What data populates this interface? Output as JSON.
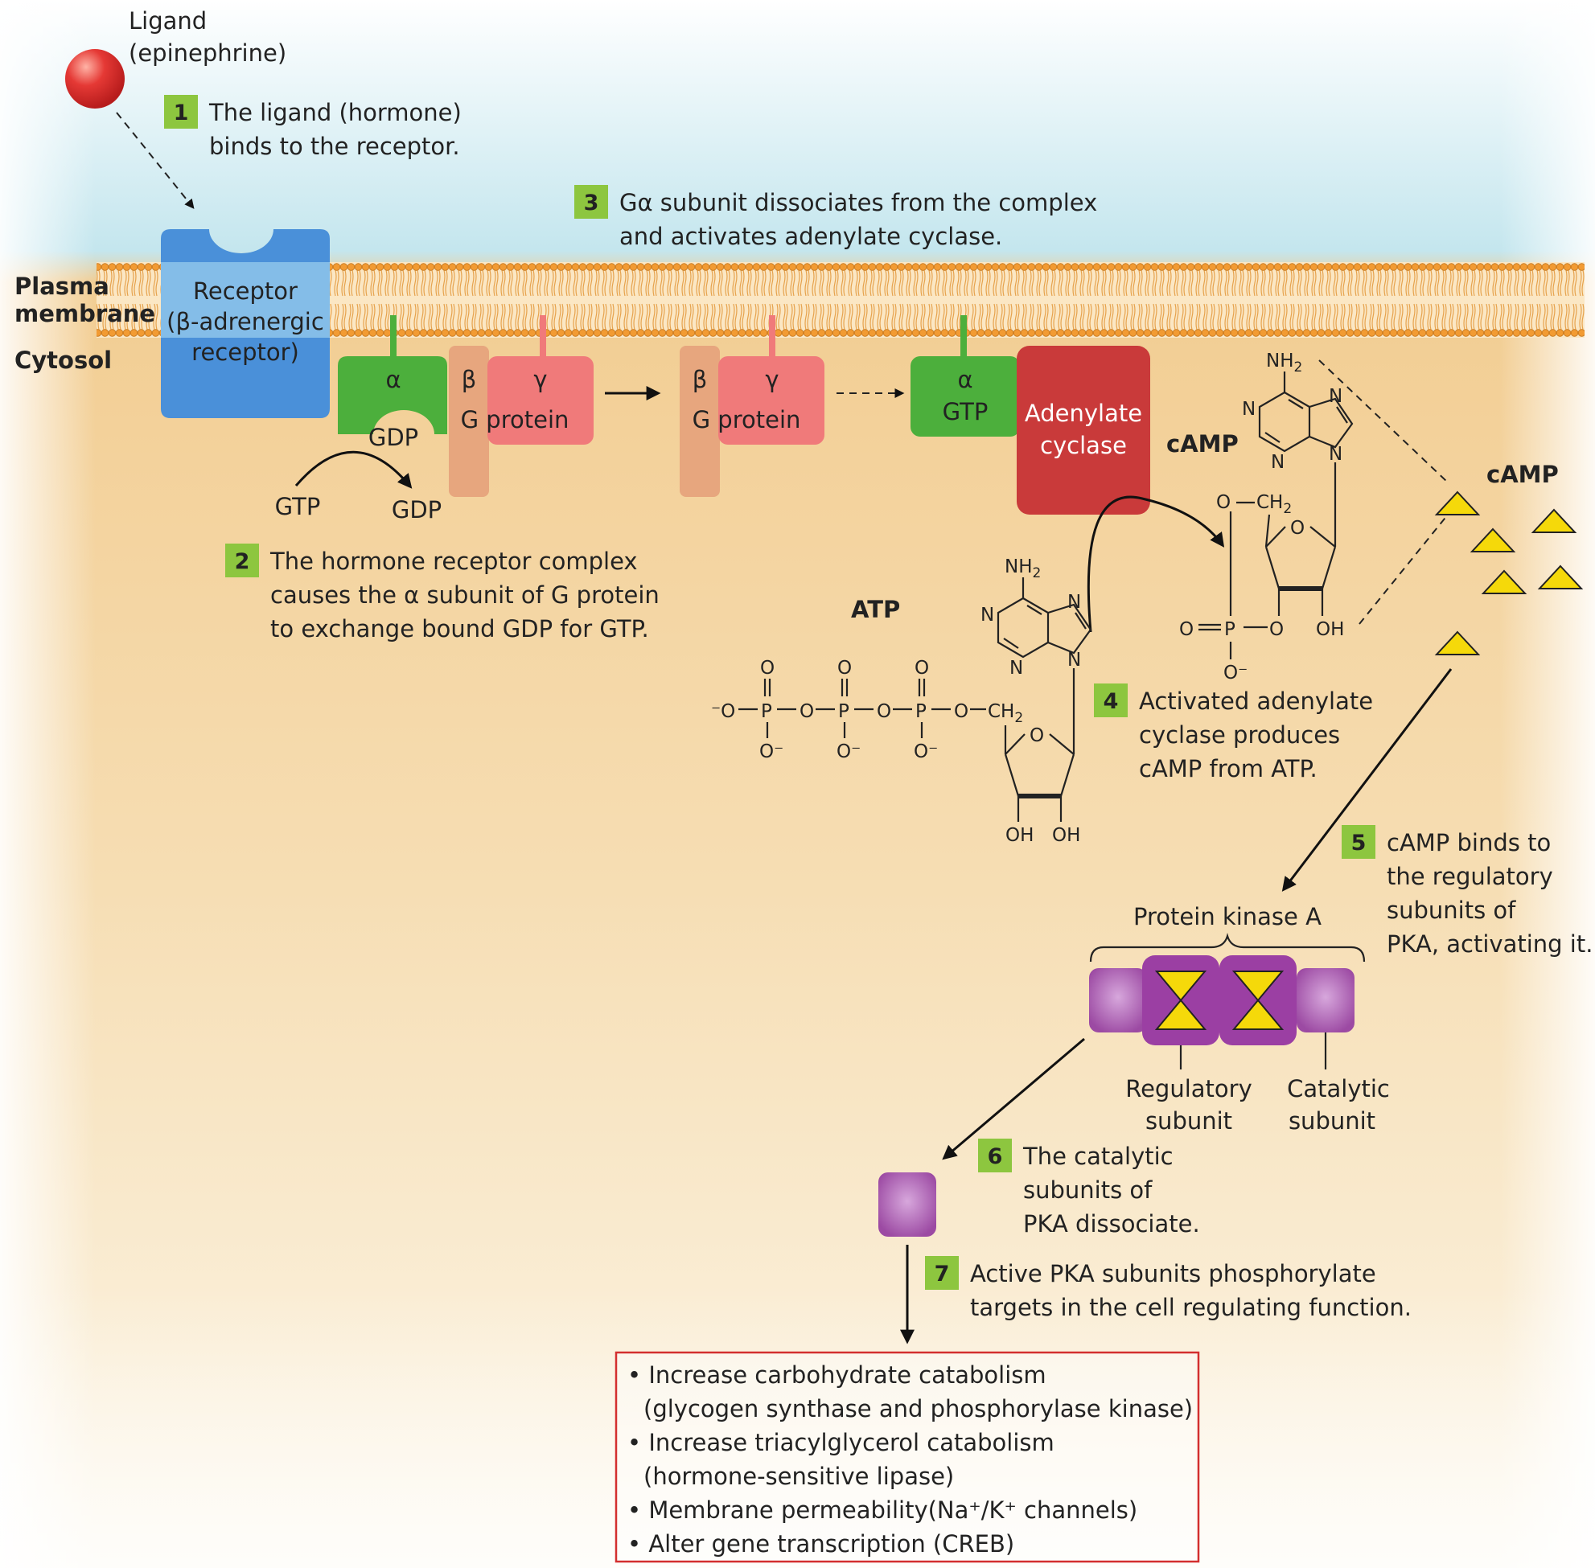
{
  "labels": {
    "ligand_line1": "Ligand",
    "ligand_line2": "(epinephrine)",
    "plasma_line1": "Plasma",
    "plasma_line2": "membrane",
    "cytosol": "Cytosol",
    "receptor_line1": "Receptor",
    "receptor_line2": "(β-adrenergic",
    "receptor_line3": "receptor)",
    "alpha": "α",
    "beta": "β",
    "gamma": "γ",
    "gdp": "GDP",
    "gtp": "GTP",
    "g_protein": "G protein",
    "adenylate_line1": "Adenylate",
    "adenylate_line2": "cyclase",
    "camp": "cAMP",
    "atp": "ATP",
    "protein_kinase_a": "Protein kinase A",
    "regulatory_line1": "Regulatory",
    "regulatory_line2": "subunit",
    "catalytic_line1": "Catalytic",
    "catalytic_line2": "subunit"
  },
  "chem": {
    "nh2": "NH",
    "sub2": "2",
    "n": "N",
    "o": "O",
    "p": "P",
    "oh": "OH",
    "o_minus": "O⁻",
    "minus_o": "⁻O",
    "ch2": "CH",
    "dbl": "="
  },
  "steps": [
    {
      "num": "1",
      "lines": [
        "The ligand (hormone)",
        "binds to the receptor."
      ]
    },
    {
      "num": "2",
      "lines": [
        "The hormone receptor complex",
        "causes the α subunit of G protein",
        "to exchange bound GDP for GTP."
      ]
    },
    {
      "num": "3",
      "lines": [
        "Gα subunit dissociates from the complex",
        "and activates adenylate cyclase."
      ]
    },
    {
      "num": "4",
      "lines": [
        "Activated adenylate",
        "cyclase produces",
        "cAMP from ATP."
      ]
    },
    {
      "num": "5",
      "lines": [
        "cAMP binds to",
        "the regulatory",
        "subunits of",
        "PKA, activating it."
      ]
    },
    {
      "num": "6",
      "lines": [
        "The catalytic",
        "subunits of",
        "PKA dissociate."
      ]
    },
    {
      "num": "7",
      "lines": [
        "Active PKA subunits phosphorylate",
        "targets in the cell regulating function."
      ]
    }
  ],
  "effects": [
    "• Increase carbohydrate catabolism",
    "(glycogen synthase and phosphorylase kinase)",
    "• Increase triacylglycerol catabolism",
    "(hormone-sensitive lipase)",
    "• Membrane permeability(Na⁺/K⁺ channels)",
    "• Alter gene transcription (CREB)"
  ],
  "colors": {
    "step_badge": "#8dc63f",
    "receptor": "#4a90d9",
    "alpha": "#4caf3c",
    "beta": "#e7a67e",
    "gamma": "#f07a7a",
    "adenylate_cyclase": "#c93a3a",
    "camp": "#f5d90a",
    "pka": "#a452a8",
    "ligand": "#e53935",
    "effects_border": "#d32f2f",
    "membrane": "#f4a340"
  }
}
